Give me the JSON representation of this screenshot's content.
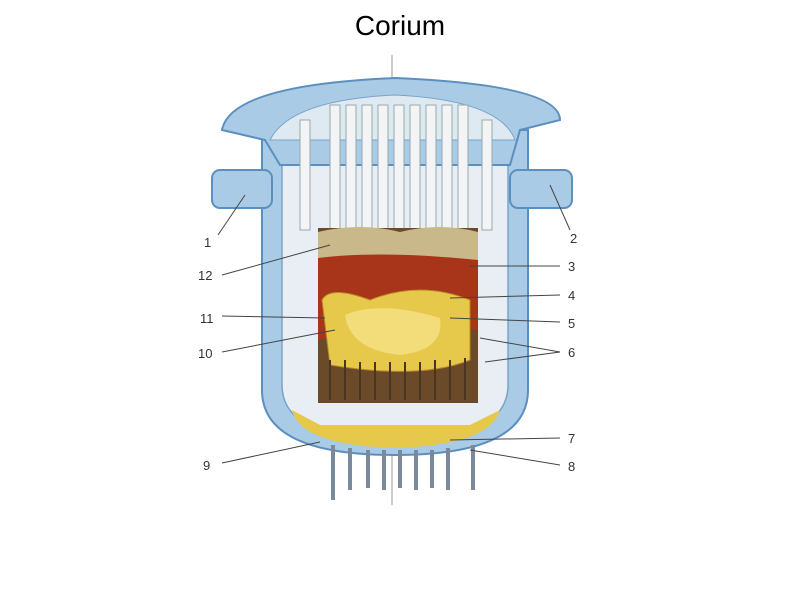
{
  "slide": {
    "title": "Corium"
  },
  "diagram": {
    "labels": [
      "1",
      "2",
      "3",
      "4",
      "5",
      "6",
      "7",
      "8",
      "9",
      "10",
      "11",
      "12"
    ],
    "colors": {
      "vessel": "#a9cbe6",
      "vessel_edge": "#5b8fbf",
      "molten_red": "#a8341a",
      "molten_yellow": "#e6c84a",
      "debris": "#c9b88a"
    }
  }
}
